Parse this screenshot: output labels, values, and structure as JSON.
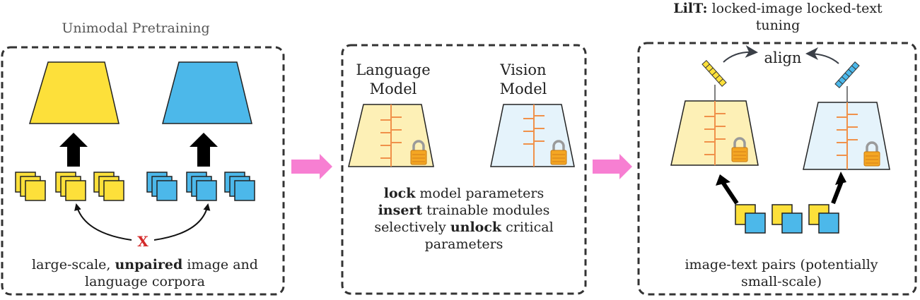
{
  "panel1": {
    "title": "Unimodal Pretraining",
    "x_mark": "X",
    "caption_line1_pre": "large-scale, ",
    "caption_line1_bold": "unpaired",
    "caption_line1_post": " image and",
    "caption_line2": "language corpora"
  },
  "panel2": {
    "language_model_line1": "Language",
    "language_model_line2": "Model",
    "vision_model_line1": "Vision",
    "vision_model_line2": "Model",
    "line1_bold": "lock",
    "line1_rest": " model parameters",
    "line2_bold": "insert",
    "line2_rest": " trainable modules",
    "line3_pre": "selectively ",
    "line3_bold": "unlock",
    "line3_post": " critical",
    "line4": "parameters"
  },
  "panel3": {
    "title_bold": "LilT:",
    "title_rest": " locked-image locked-text",
    "title_line2": "tuning",
    "align_label": "align",
    "caption_line1": "image-text pairs (potentially",
    "caption_line2": "small-scale)"
  },
  "colors": {
    "yellow": "#fde03a",
    "blue": "#4cb8ea",
    "light_yellow": "#fdf0b6",
    "light_blue": "#e5f3fb",
    "orange_line": "#f0914a",
    "pink_arrow": "#f77fd2",
    "x_red": "#d42a2a",
    "dash_border": "#333333"
  },
  "icons": [
    "lock-icon",
    "up-arrow-icon",
    "curved-arrow-icon",
    "pink-arrow-icon"
  ]
}
